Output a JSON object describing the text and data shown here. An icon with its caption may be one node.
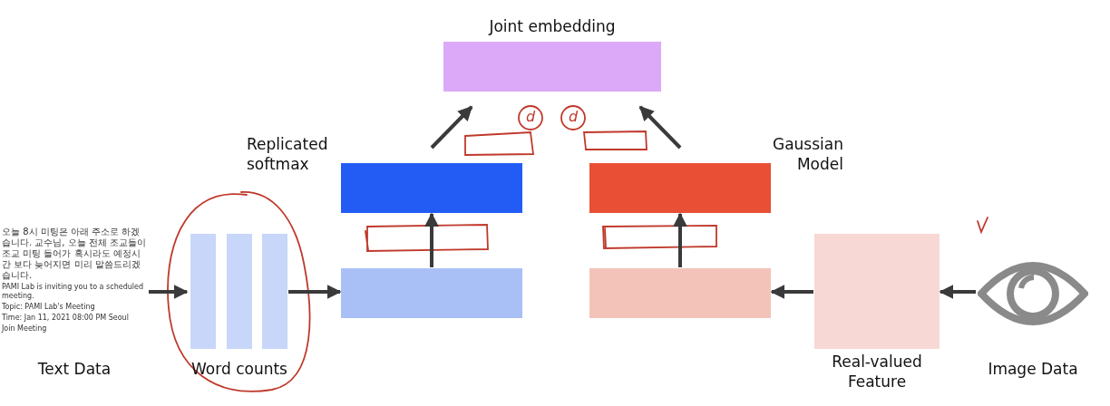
{
  "diagram": {
    "nodes": [
      {
        "text": [
          "오늘 8시 미팅은 아래 주소로 하겠습니다. 교수님, 오늘 전체 조교들이 조교 미팅 들어가 혹시라도 예정시간 보다 늦어지면 미리 말씀드리겠습니다.",
          "PAMI Lab is inviting you to a scheduled meeting.",
          "Topic: PAMI Lab's Meeting",
          "Time: Jan 11, 2021 08:00 PM Seoul",
          "Join Meeting"
        ],
        "beside": [
          "Text Data"
        ]
      },
      {
        "text": [
          "Word counts"
        ]
      },
      {
        "text": [],
        "shape": "box"
      },
      {
        "text": [
          "Replicated softmax"
        ]
      },
      {
        "text": [
          "Joint embedding"
        ]
      },
      {
        "text": [
          "Gaussian Model"
        ]
      },
      {
        "text": [],
        "shape": "box"
      },
      {
        "text": [
          "Real-valued Feature"
        ]
      },
      {
        "text": [],
        "shape": "eye",
        "beside": [
          "Image Data"
        ]
      }
    ],
    "edges": [
      {
        "from": 0,
        "to": 1,
        "arrow": "to"
      },
      {
        "from": 1,
        "to": 2,
        "arrow": "to"
      },
      {
        "from": 2,
        "to": 3,
        "arrow": "to"
      },
      {
        "from": 3,
        "to": 4,
        "arrow": "to"
      },
      {
        "from": 8,
        "to": 7,
        "arrow": "to"
      },
      {
        "from": 7,
        "to": 6,
        "arrow": "to"
      },
      {
        "from": 6,
        "to": 5,
        "arrow": "to"
      },
      {
        "from": 5,
        "to": 4,
        "arrow": "to"
      }
    ],
    "labels": [
      "d",
      "d"
    ]
  }
}
